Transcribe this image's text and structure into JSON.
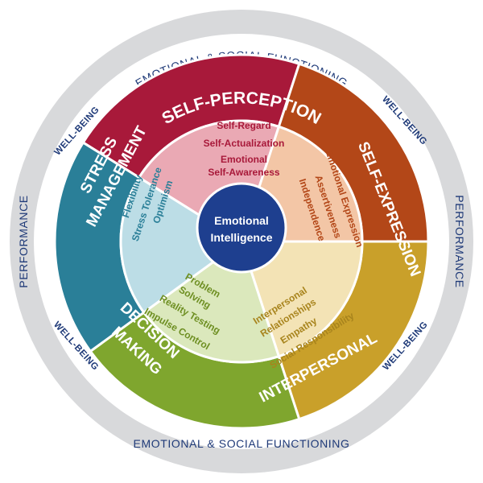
{
  "outer_ring": {
    "top_label": "EMOTIONAL & SOCIAL FUNCTIONING",
    "bottom_label": "EMOTIONAL & SOCIAL FUNCTIONING",
    "left_label": "PERFORMANCE",
    "right_label": "PERFORMANCE",
    "wellbeing_top_left": "WELL-BEING",
    "wellbeing_top_right": "WELL-BEING",
    "wellbeing_bottom_left": "WELL-BEING",
    "wellbeing_bottom_right": "WELL-BEING"
  },
  "center": {
    "line1": "Emotional",
    "line2": "Intelligence",
    "color": "#1e3f8f"
  },
  "categories": [
    {
      "id": "self-perception",
      "title": "SELF-PERCEPTION",
      "band_color": "#a8193a",
      "inner_color": "#eaa9b4",
      "text_color": "#a8193a",
      "skills": [
        "Self-Regard",
        "Self-Actualization",
        "Emotional",
        "Self-Awareness"
      ]
    },
    {
      "id": "self-expression",
      "title": "SELF-EXPRESSION",
      "band_color": "#b34718",
      "inner_color": "#f3c6a6",
      "text_color": "#b34718",
      "skills": [
        "Emotional Expression",
        "Assertiveness",
        "Independence"
      ]
    },
    {
      "id": "interpersonal",
      "title": "INTERPERSONAL",
      "band_color": "#c9a02a",
      "inner_color": "#f3e3b5",
      "text_color": "#a8841d",
      "skills": [
        "Interpersonal",
        "Relationships",
        "Empathy",
        "Social Responsibility"
      ]
    },
    {
      "id": "decision-making",
      "title_line1": "DECISION",
      "title_line2": "MAKING",
      "band_color": "#7fa62e",
      "inner_color": "#dbe8bc",
      "text_color": "#6e8f22",
      "skills": [
        "Problem",
        "Solving",
        "Reality Testing",
        "Impulse Control"
      ]
    },
    {
      "id": "stress-management",
      "title_line1": "STRESS",
      "title_line2": "MANAGEMENT",
      "band_color": "#2a7f98",
      "inner_color": "#bcdde6",
      "text_color": "#2a7f98",
      "skills": [
        "Flexibility",
        "Stress Tolerance",
        "Optimism"
      ]
    }
  ]
}
